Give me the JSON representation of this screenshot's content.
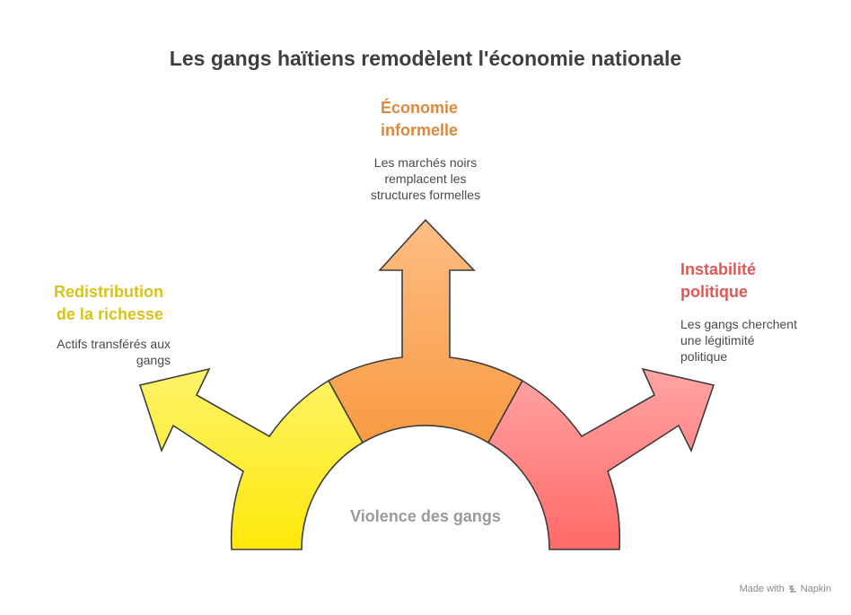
{
  "title": "Les gangs haïtiens remodèlent l'économie nationale",
  "center_label": "Violence des gangs",
  "branches": {
    "informal_economy": {
      "heading_line1": "Économie",
      "heading_line2": "informelle",
      "desc_line1": "Les marchés noirs",
      "desc_line2": "remplacent les",
      "desc_line3": "structures formelles",
      "color": "#f89a45"
    },
    "wealth_redistribution": {
      "heading_line1": "Redistribution",
      "heading_line2": "de la richesse",
      "desc_line1": "Actifs transférés aux",
      "desc_line2": "gangs",
      "color": "#fde93a"
    },
    "political_instability": {
      "heading_line1": "Instabilité",
      "heading_line2": "politique",
      "desc_line1": "Les gangs cherchent",
      "desc_line2": "une légitimité",
      "desc_line3": "politique",
      "color": "#ff7a78"
    }
  },
  "footer": {
    "made_with": "Made with",
    "brand": "Napkin",
    "brand_icon": "napkin-logo-icon"
  }
}
